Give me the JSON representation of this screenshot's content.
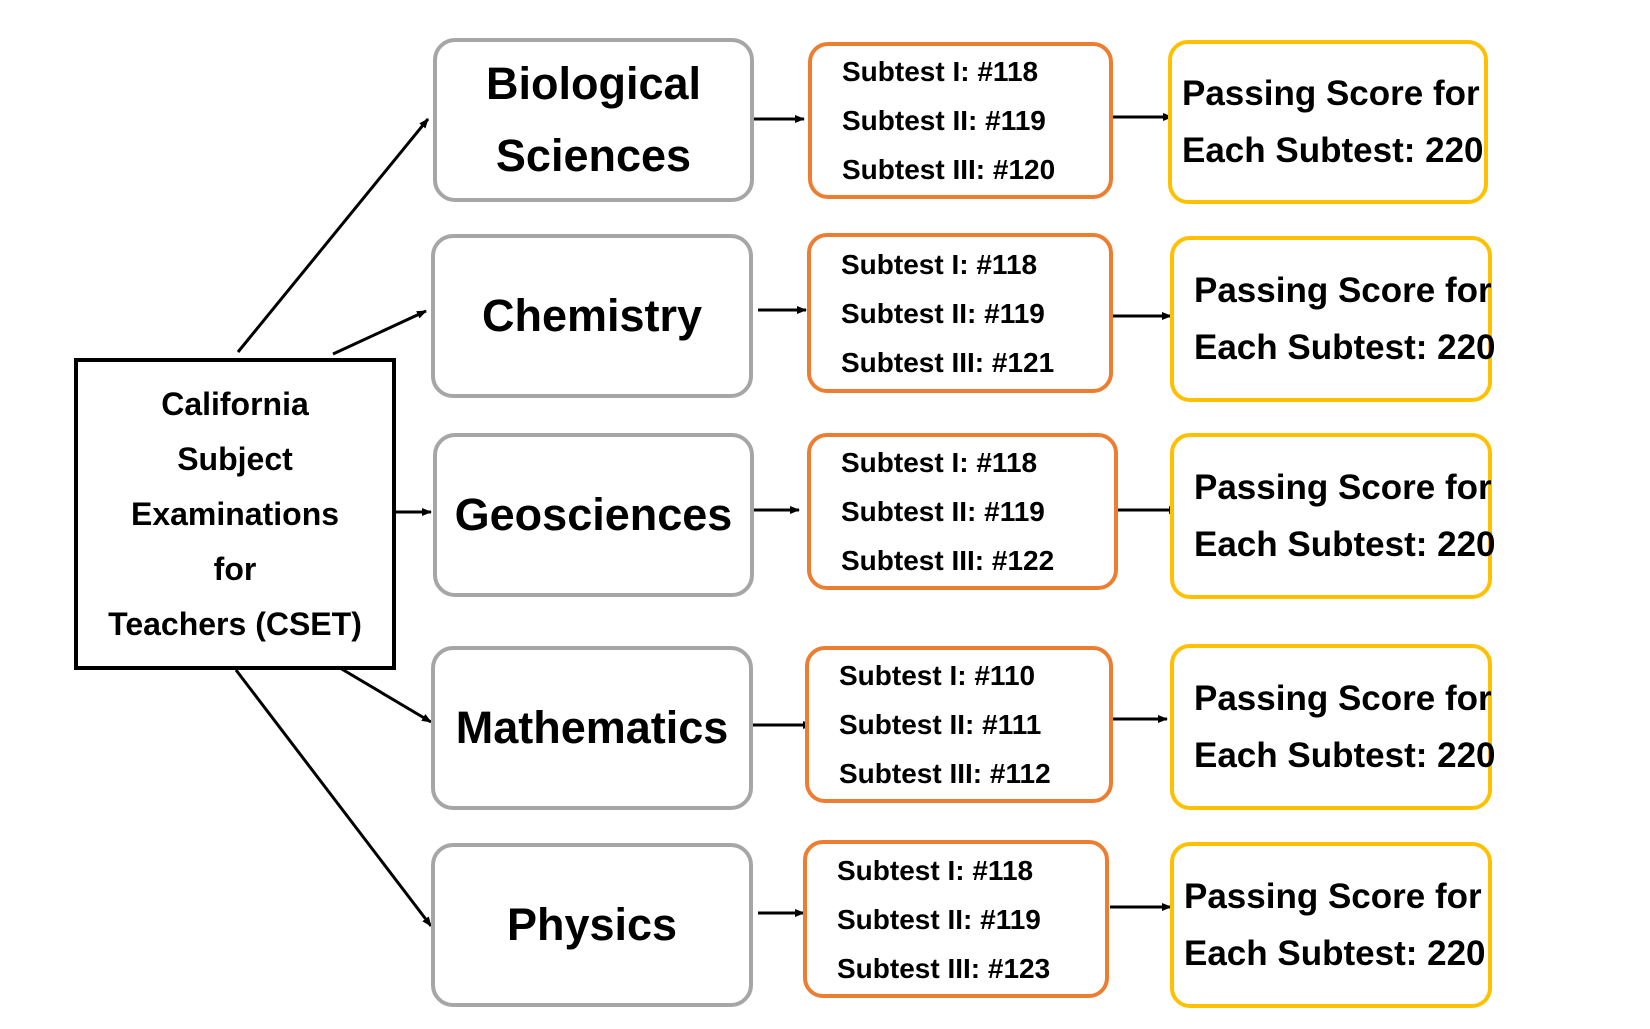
{
  "root": {
    "lines": [
      "California",
      "Subject",
      "Examinations",
      "for",
      "Teachers (CSET)"
    ]
  },
  "subjects": [
    {
      "name": "Biological Sciences",
      "subtests": [
        "Subtest I: #118",
        "Subtest II: #119",
        "Subtest III: #120"
      ],
      "score_lines": [
        "Passing Score for",
        "Each Subtest: 220"
      ]
    },
    {
      "name": "Chemistry",
      "subtests": [
        "Subtest I: #118",
        "Subtest II: #119",
        "Subtest III: #121"
      ],
      "score_lines": [
        "Passing Score for",
        "Each Subtest: 220"
      ]
    },
    {
      "name": "Geosciences",
      "subtests": [
        "Subtest I: #118",
        "Subtest II: #119",
        "Subtest III: #122"
      ],
      "score_lines": [
        "Passing Score for",
        "Each Subtest: 220"
      ]
    },
    {
      "name": "Mathematics",
      "subtests": [
        "Subtest I: #110",
        "Subtest II: #111",
        "Subtest III: #112"
      ],
      "score_lines": [
        "Passing Score for",
        "Each Subtest: 220"
      ]
    },
    {
      "name": "Physics",
      "subtests": [
        "Subtest I: #118",
        "Subtest II: #119",
        "Subtest III: #123"
      ],
      "score_lines": [
        "Passing Score for",
        "Each Subtest: 220"
      ]
    }
  ],
  "colors": {
    "root_border": "#000000",
    "subject_border": "#a6a6a6",
    "subtest_border": "#ed7d31",
    "score_border": "#ffc000",
    "arrow": "#000000"
  }
}
